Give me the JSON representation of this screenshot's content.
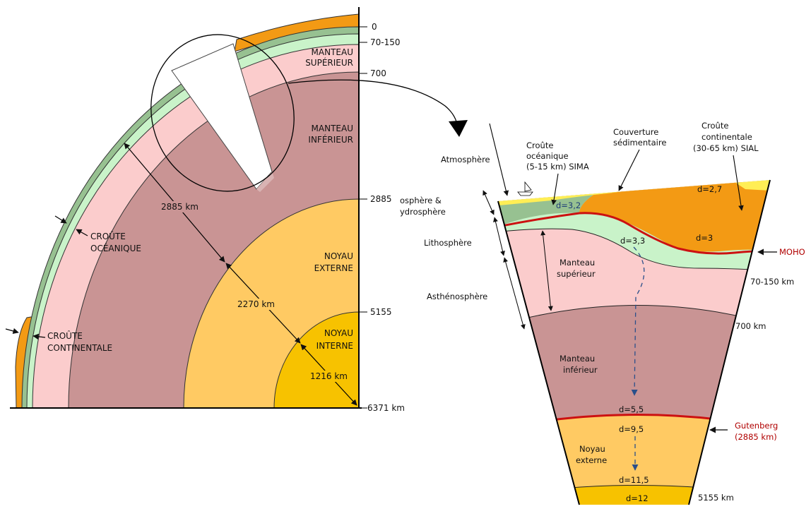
{
  "colors": {
    "crust_continental": "#f39a14",
    "crust_oceanic": "#97c191",
    "lithosphere_light": "#c9f3c9",
    "upper_mantle": "#fbcccc",
    "lower_mantle": "#c99494",
    "outer_core": "#ffca63",
    "inner_core": "#f7c200",
    "atmosphere": "#a9e4f5",
    "sediment": "#ffee55",
    "moho": "#cc1111",
    "arrow_blue": "#2a4f8a"
  },
  "globe": {
    "depths": [
      "0",
      "70-150",
      "700",
      "2885",
      "5155",
      "6371 km"
    ],
    "labels": {
      "upper_mantle": [
        "MANTEAU",
        "SUPÉRIEUR"
      ],
      "lower_mantle": [
        "MANTEAU",
        "INFÉRIEUR"
      ],
      "outer_core": [
        "NOYAU",
        "EXTERNE"
      ],
      "inner_core": [
        "NOYAU",
        "INTERNE"
      ],
      "oceanic_crust": [
        "CROÛTE",
        "OCÉANIQUE"
      ],
      "continental_crust": [
        "CROÛTE",
        "CONTINENTALE"
      ]
    },
    "thicknesses": [
      "2885 km",
      "2270 km",
      "1216 km"
    ]
  },
  "section": {
    "atmosphere": "Atmosphère",
    "hydro": [
      "osphère &",
      "ydrosphère"
    ],
    "lithosphere": "Lithosphère",
    "asthenosphere": "Asthénosphère",
    "oceanic_crust": [
      "Croûte",
      "océanique",
      "(5-15 km) SIMA"
    ],
    "sediment": [
      "Couverture",
      "sédimentaire"
    ],
    "continental_crust": [
      "Croûte",
      "continentale",
      "(30-65 km) SIAL"
    ],
    "upper_mantle": [
      "Manteau",
      "supérieur"
    ],
    "lower_mantle": [
      "Manteau",
      "inférieur"
    ],
    "outer_core": [
      "Noyau",
      "externe"
    ],
    "densities": {
      "d27": "d=2,7",
      "d32": "d=3,2",
      "d3": "d=3",
      "d33": "d=3,3",
      "d55": "d=5,5",
      "d95": "d=9,5",
      "d115": "d=11,5",
      "d12": "d=12"
    },
    "moho": "MOHO",
    "gutenberg": [
      "Gutenberg",
      "(2885 km)"
    ],
    "depths": [
      "70-150 km",
      "700 km",
      "5155 km"
    ]
  }
}
